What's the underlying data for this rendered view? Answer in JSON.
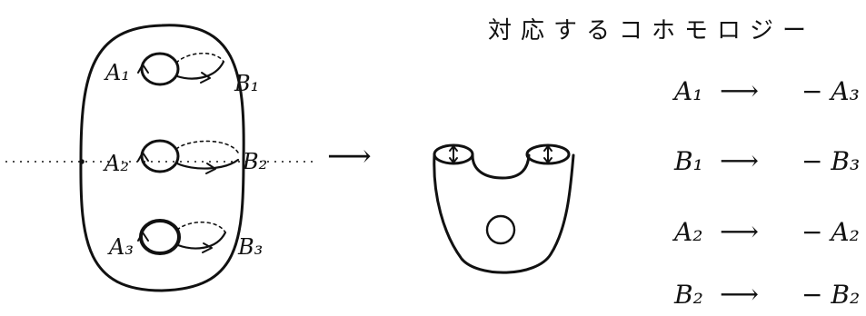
{
  "heading": "対応するコホモロジー",
  "surface_labels": {
    "a1": "A₁",
    "b1": "B₁",
    "a2": "A₂",
    "b2": "B₂",
    "a3": "A₃",
    "b3": "B₃"
  },
  "mappings": [
    {
      "from": "A₁",
      "arrow": "⟶",
      "to": "− A₃"
    },
    {
      "from": "B₁",
      "arrow": "⟶",
      "to": "− B₃"
    },
    {
      "from": "A₂",
      "arrow": "⟶",
      "to": "− A₂"
    },
    {
      "from": "B₂",
      "arrow": "⟶",
      "to": "− B₂"
    }
  ],
  "quotient_arrow": "⟶"
}
